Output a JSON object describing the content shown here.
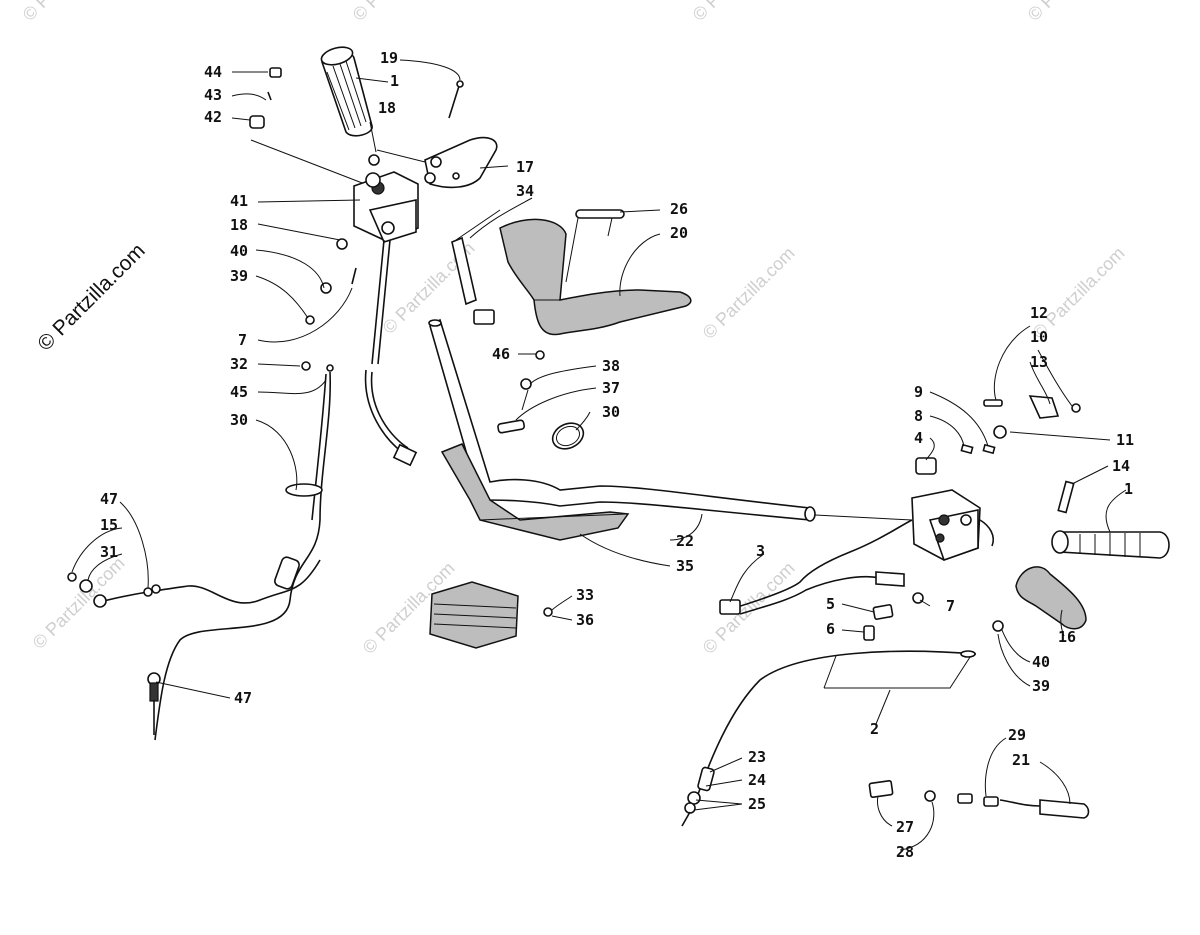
{
  "watermark": {
    "main": "© Partzilla.com",
    "tile": "© Partzilla.com"
  },
  "callouts": [
    {
      "id": "c44",
      "text": "44"
    },
    {
      "id": "c43",
      "text": "43"
    },
    {
      "id": "c42",
      "text": "42"
    },
    {
      "id": "c19",
      "text": "19"
    },
    {
      "id": "c1a",
      "text": "1"
    },
    {
      "id": "c18a",
      "text": "18"
    },
    {
      "id": "c17",
      "text": "17"
    },
    {
      "id": "c34",
      "text": "34"
    },
    {
      "id": "c41",
      "text": "41"
    },
    {
      "id": "c18b",
      "text": "18"
    },
    {
      "id": "c40a",
      "text": "40"
    },
    {
      "id": "c39a",
      "text": "39"
    },
    {
      "id": "c26",
      "text": "26"
    },
    {
      "id": "c20",
      "text": "20"
    },
    {
      "id": "c7a",
      "text": "7"
    },
    {
      "id": "c46",
      "text": "46"
    },
    {
      "id": "c32",
      "text": "32"
    },
    {
      "id": "c45",
      "text": "45"
    },
    {
      "id": "c38",
      "text": "38"
    },
    {
      "id": "c37",
      "text": "37"
    },
    {
      "id": "c30a",
      "text": "30"
    },
    {
      "id": "c30b",
      "text": "30"
    },
    {
      "id": "c12",
      "text": "12"
    },
    {
      "id": "c10",
      "text": "10"
    },
    {
      "id": "c13",
      "text": "13"
    },
    {
      "id": "c9",
      "text": "9"
    },
    {
      "id": "c8",
      "text": "8"
    },
    {
      "id": "c11",
      "text": "11"
    },
    {
      "id": "c4",
      "text": "4"
    },
    {
      "id": "c14",
      "text": "14"
    },
    {
      "id": "c1b",
      "text": "1"
    },
    {
      "id": "c47a",
      "text": "47"
    },
    {
      "id": "c15",
      "text": "15"
    },
    {
      "id": "c31",
      "text": "31"
    },
    {
      "id": "c22",
      "text": "22"
    },
    {
      "id": "c35",
      "text": "35"
    },
    {
      "id": "c3",
      "text": "3"
    },
    {
      "id": "c33",
      "text": "33"
    },
    {
      "id": "c36",
      "text": "36"
    },
    {
      "id": "c5",
      "text": "5"
    },
    {
      "id": "c7b",
      "text": "7"
    },
    {
      "id": "c6",
      "text": "6"
    },
    {
      "id": "c16",
      "text": "16"
    },
    {
      "id": "c40b",
      "text": "40"
    },
    {
      "id": "c39b",
      "text": "39"
    },
    {
      "id": "c47b",
      "text": "47"
    },
    {
      "id": "c2",
      "text": "2"
    },
    {
      "id": "c23",
      "text": "23"
    },
    {
      "id": "c24",
      "text": "24"
    },
    {
      "id": "c25",
      "text": "25"
    },
    {
      "id": "c29",
      "text": "29"
    },
    {
      "id": "c21",
      "text": "21"
    },
    {
      "id": "c27",
      "text": "27"
    },
    {
      "id": "c28",
      "text": "28"
    }
  ]
}
